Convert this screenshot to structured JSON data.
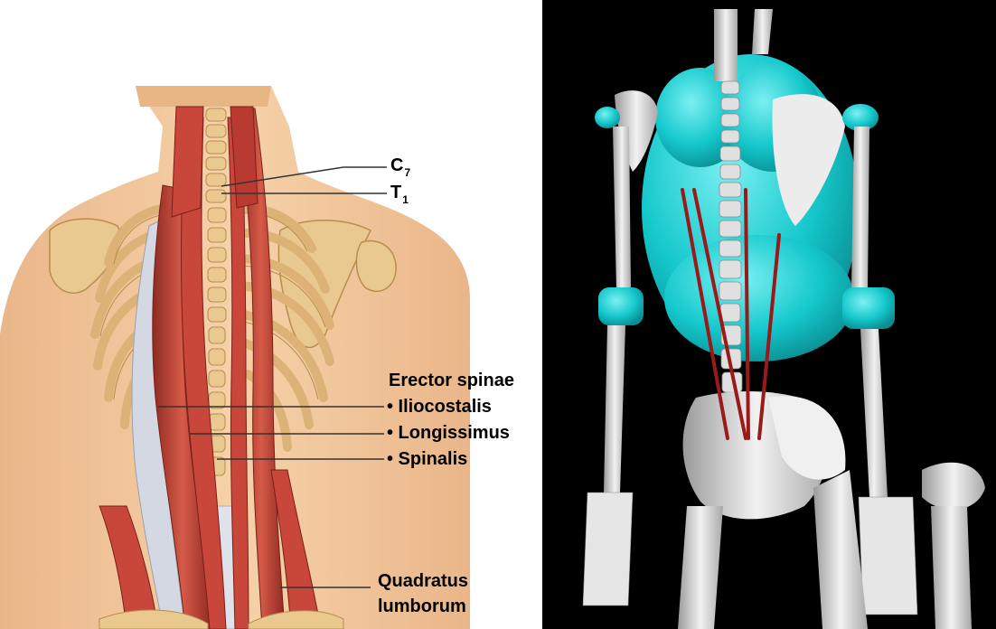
{
  "labels": {
    "c_letter": "C",
    "c_sub": "7",
    "t_letter": "T",
    "t_sub": "1",
    "erector": "Erector spinae",
    "iliocostalis": "• Iliocostalis",
    "longissimus": "• Longissimus",
    "spinalis": "• Spinalis",
    "quadratus_line1": "Quadratus",
    "quadratus_line2": "lumborum"
  },
  "colors": {
    "skin": "#f3c79c",
    "skin_dark": "#e0a878",
    "bone": "#e9c98f",
    "bone_shadow": "#b98c4e",
    "muscle": "#c9463a",
    "muscle_dark": "#8e2a22",
    "fascia": "#c8ccd8",
    "model_cyan": "#14c8cc",
    "model_bone": "#dcdcdc",
    "model_muscle": "#9a1a1a"
  }
}
